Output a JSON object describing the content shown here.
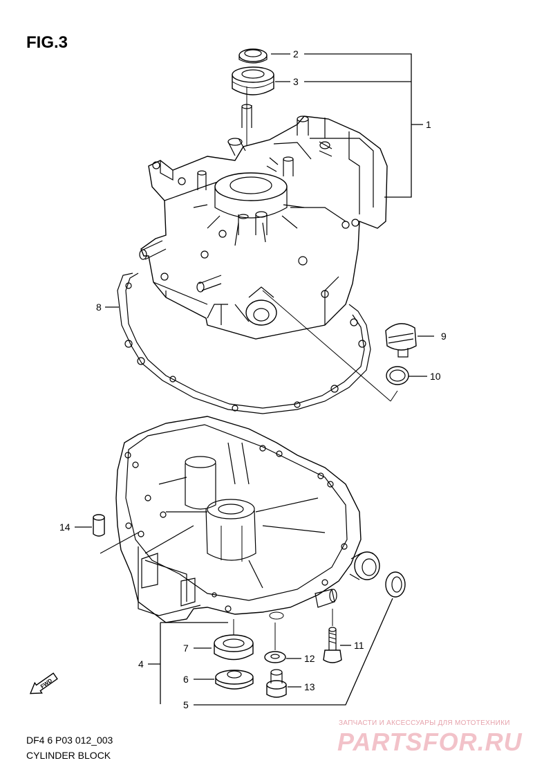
{
  "figure": {
    "title": "FIG.3",
    "diagram_code": "DF4 6 P03 012_003",
    "diagram_name": "CYLINDER BLOCK"
  },
  "fwd_label": "FWD",
  "callouts": [
    {
      "id": "1",
      "label": "1"
    },
    {
      "id": "2",
      "label": "2"
    },
    {
      "id": "3",
      "label": "3"
    },
    {
      "id": "4",
      "label": "4"
    },
    {
      "id": "5",
      "label": "5"
    },
    {
      "id": "6",
      "label": "6"
    },
    {
      "id": "7",
      "label": "7"
    },
    {
      "id": "8",
      "label": "8"
    },
    {
      "id": "9",
      "label": "9"
    },
    {
      "id": "10",
      "label": "10"
    },
    {
      "id": "11",
      "label": "11"
    },
    {
      "id": "12",
      "label": "12"
    },
    {
      "id": "13",
      "label": "13"
    },
    {
      "id": "14",
      "label": "14"
    }
  ],
  "watermark": {
    "tagline": "ЗАПЧАСТИ И АКСЕССУАРЫ ДЛЯ МОТОТЕХНИКИ",
    "logo_text": "PARTSFOR.RU",
    "color": "#e6a3ac"
  }
}
